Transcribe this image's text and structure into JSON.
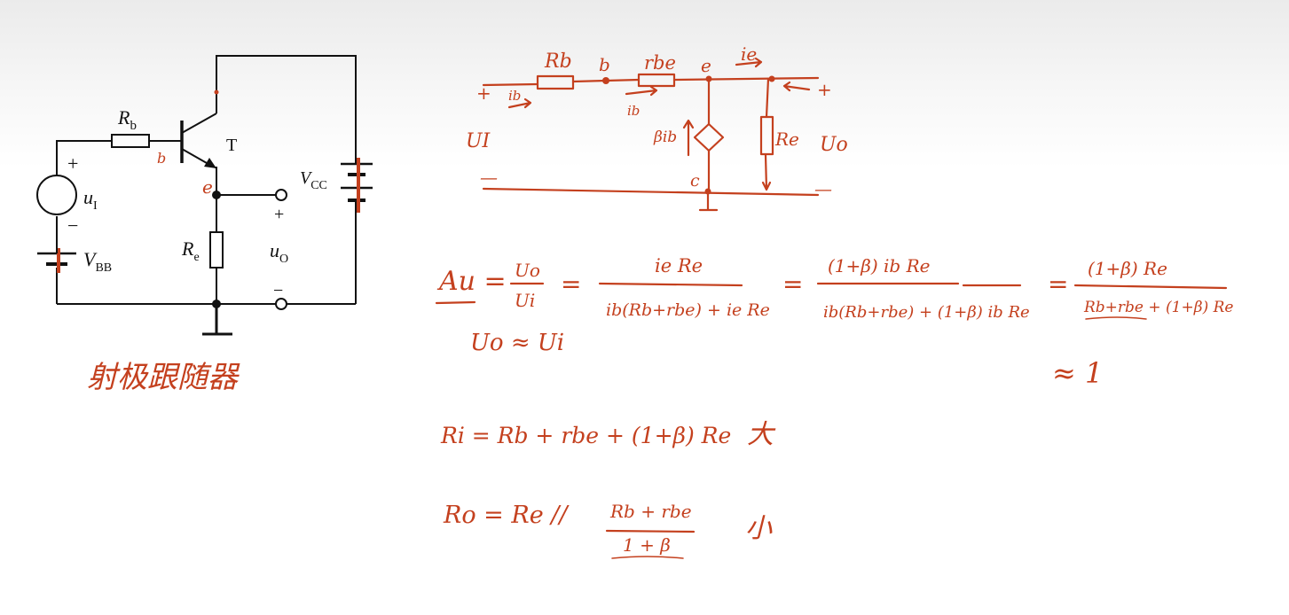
{
  "circuit": {
    "title": "射极跟随器",
    "rb": "R",
    "rb_sub": "b",
    "re": "R",
    "re_sub": "e",
    "t": "T",
    "vcc": "V",
    "vcc_sub": "CC",
    "vbb": "V",
    "vbb_sub": "BB",
    "ui": "u",
    "ui_sub": "I",
    "uo": "u",
    "uo_sub": "O",
    "plus": "+",
    "minus": "−",
    "b_mark": "b",
    "e_mark": "e"
  },
  "equivalent": {
    "rb": "Rb",
    "b": "b",
    "rbe": "rbe",
    "e": "e",
    "ie": "ie",
    "ib_left": "ib",
    "ib_mid": "ib",
    "src": "βib",
    "re": "Re",
    "c": "c",
    "ui": "UI",
    "uo": "Uo",
    "plus": "+",
    "minus": "—"
  },
  "formulas": {
    "au_lhs": "Au =",
    "au_frac_num": "Uo",
    "au_frac_den": "Ui",
    "eq": "=",
    "n1": "ie Re",
    "d1": "ib(Rb+rbe) + ie Re",
    "n2": "(1+β) ib Re",
    "d2": "ib(Rb+rbe) + (1+β) ib Re",
    "n3": "(1+β) Re",
    "d3": "Rb+rbe + (1+β) Re",
    "uo_approx": "Uo ≈ Ui",
    "approx1": "≈ 1",
    "ri": "Ri = Rb + rbe + (1+β) Re",
    "ri_note": "大",
    "ro_lhs": "Ro = Re //",
    "ro_num": "Rb + rbe",
    "ro_den": "1 + β",
    "ro_note": "小"
  }
}
